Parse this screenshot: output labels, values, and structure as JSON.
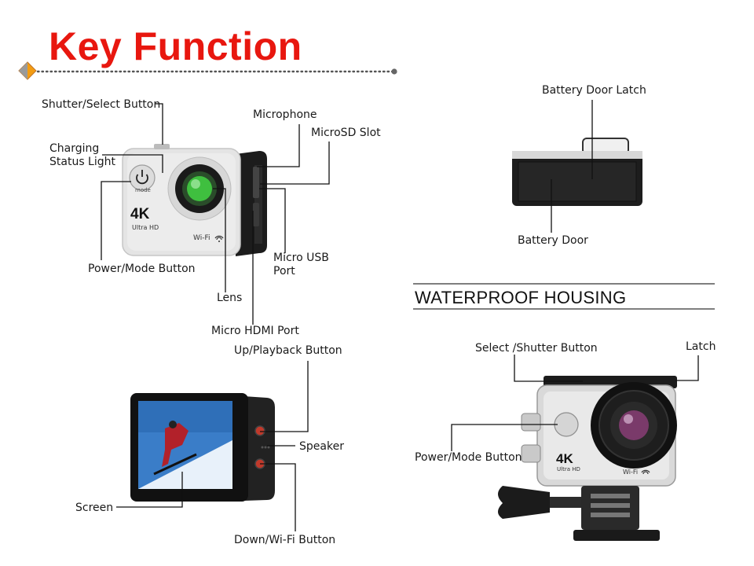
{
  "title": "Key Function",
  "colors": {
    "title": "#e8170f",
    "accent_orange": "#f39c12",
    "camera_silver": "#e6e6e6",
    "camera_black": "#1e1e1e",
    "lens_green": "#3fbf3f"
  },
  "front_view": {
    "labels": {
      "shutter": "Shutter/Select Button",
      "charging": "Charging\nStatus Light",
      "microphone": "Microphone",
      "microsd": "MicroSD Slot",
      "power_mode": "Power/Mode Button",
      "micro_usb": "Micro USB\nPort",
      "lens": "Lens",
      "micro_hdmi": "Micro HDMI Port"
    },
    "camera_print": {
      "mode": "mode",
      "res": "4K",
      "ultra": "Ultra HD",
      "wifi": "Wi-Fi"
    }
  },
  "battery_view": {
    "labels": {
      "latch": "Battery Door Latch",
      "door": "Battery Door"
    }
  },
  "back_view": {
    "labels": {
      "up": "Up/Playback Button",
      "speaker": "Speaker",
      "screen": "Screen",
      "down": "Down/Wi-Fi Button"
    }
  },
  "housing": {
    "section_title": "WATERPROOF HOUSING",
    "labels": {
      "select_shutter": "Select /Shutter Button",
      "latch": "Latch",
      "power_mode": "Power/Mode Button"
    },
    "camera_print": {
      "res": "4K",
      "ultra": "Ultra HD",
      "wifi": "Wi-Fi"
    }
  }
}
